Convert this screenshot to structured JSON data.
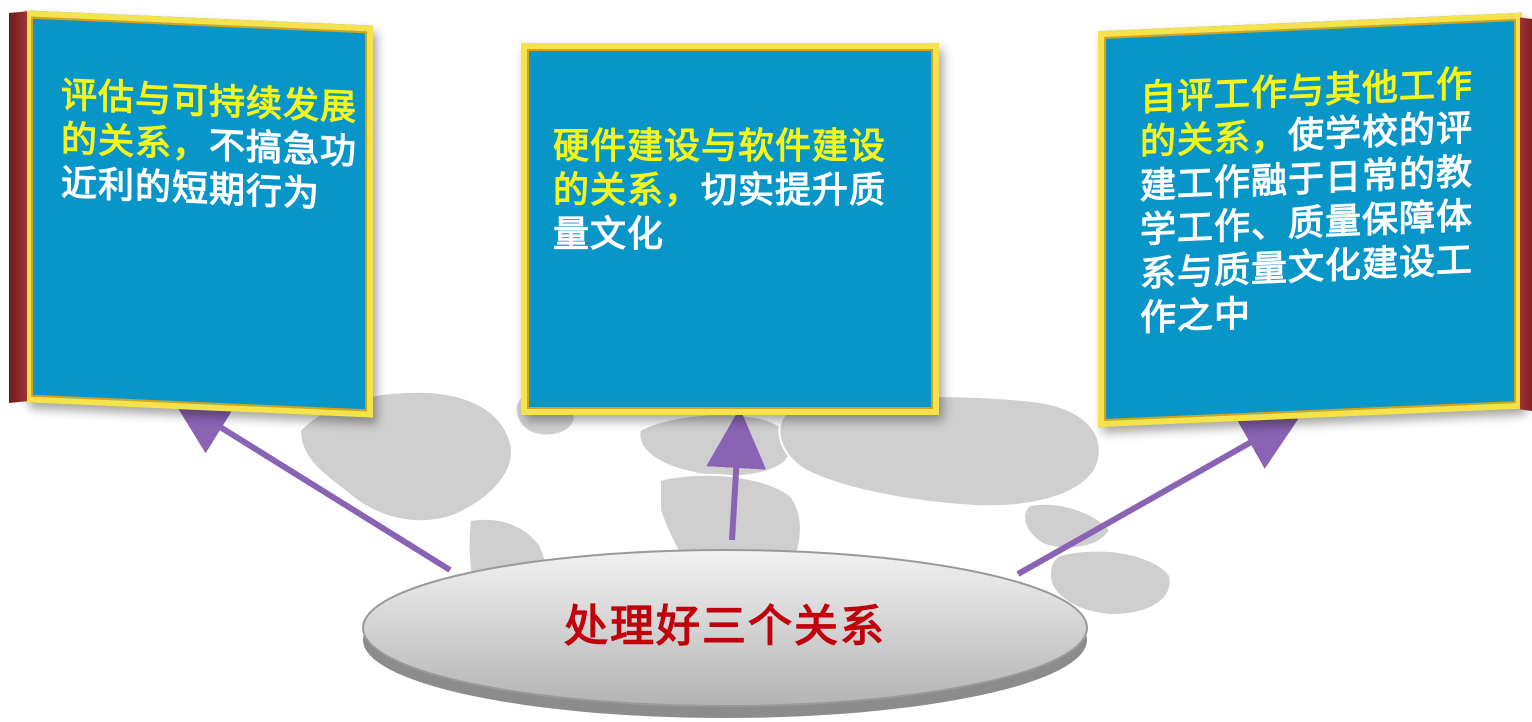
{
  "boards": {
    "left": {
      "highlight": "评估与可持续发展的关系，",
      "rest": "不搞急功近利的短期行为"
    },
    "middle": {
      "highlight": "硬件建设与软件建设的关系，",
      "rest": "切实提升质量文化"
    },
    "right": {
      "highlight": "自评工作与其他工作的关系，",
      "rest": "使学校的评建工作融于日常的教学工作、质量保障体系与质量文化建设工作之中"
    }
  },
  "center": {
    "label": "处理好三个关系"
  },
  "colors": {
    "board_fill": "#0896c9",
    "board_frame": "#f6e24a",
    "highlight_text": "#f5f51c",
    "body_text": "#ffffff",
    "center_text": "#c0000b",
    "arrow": "#8a63b5"
  }
}
